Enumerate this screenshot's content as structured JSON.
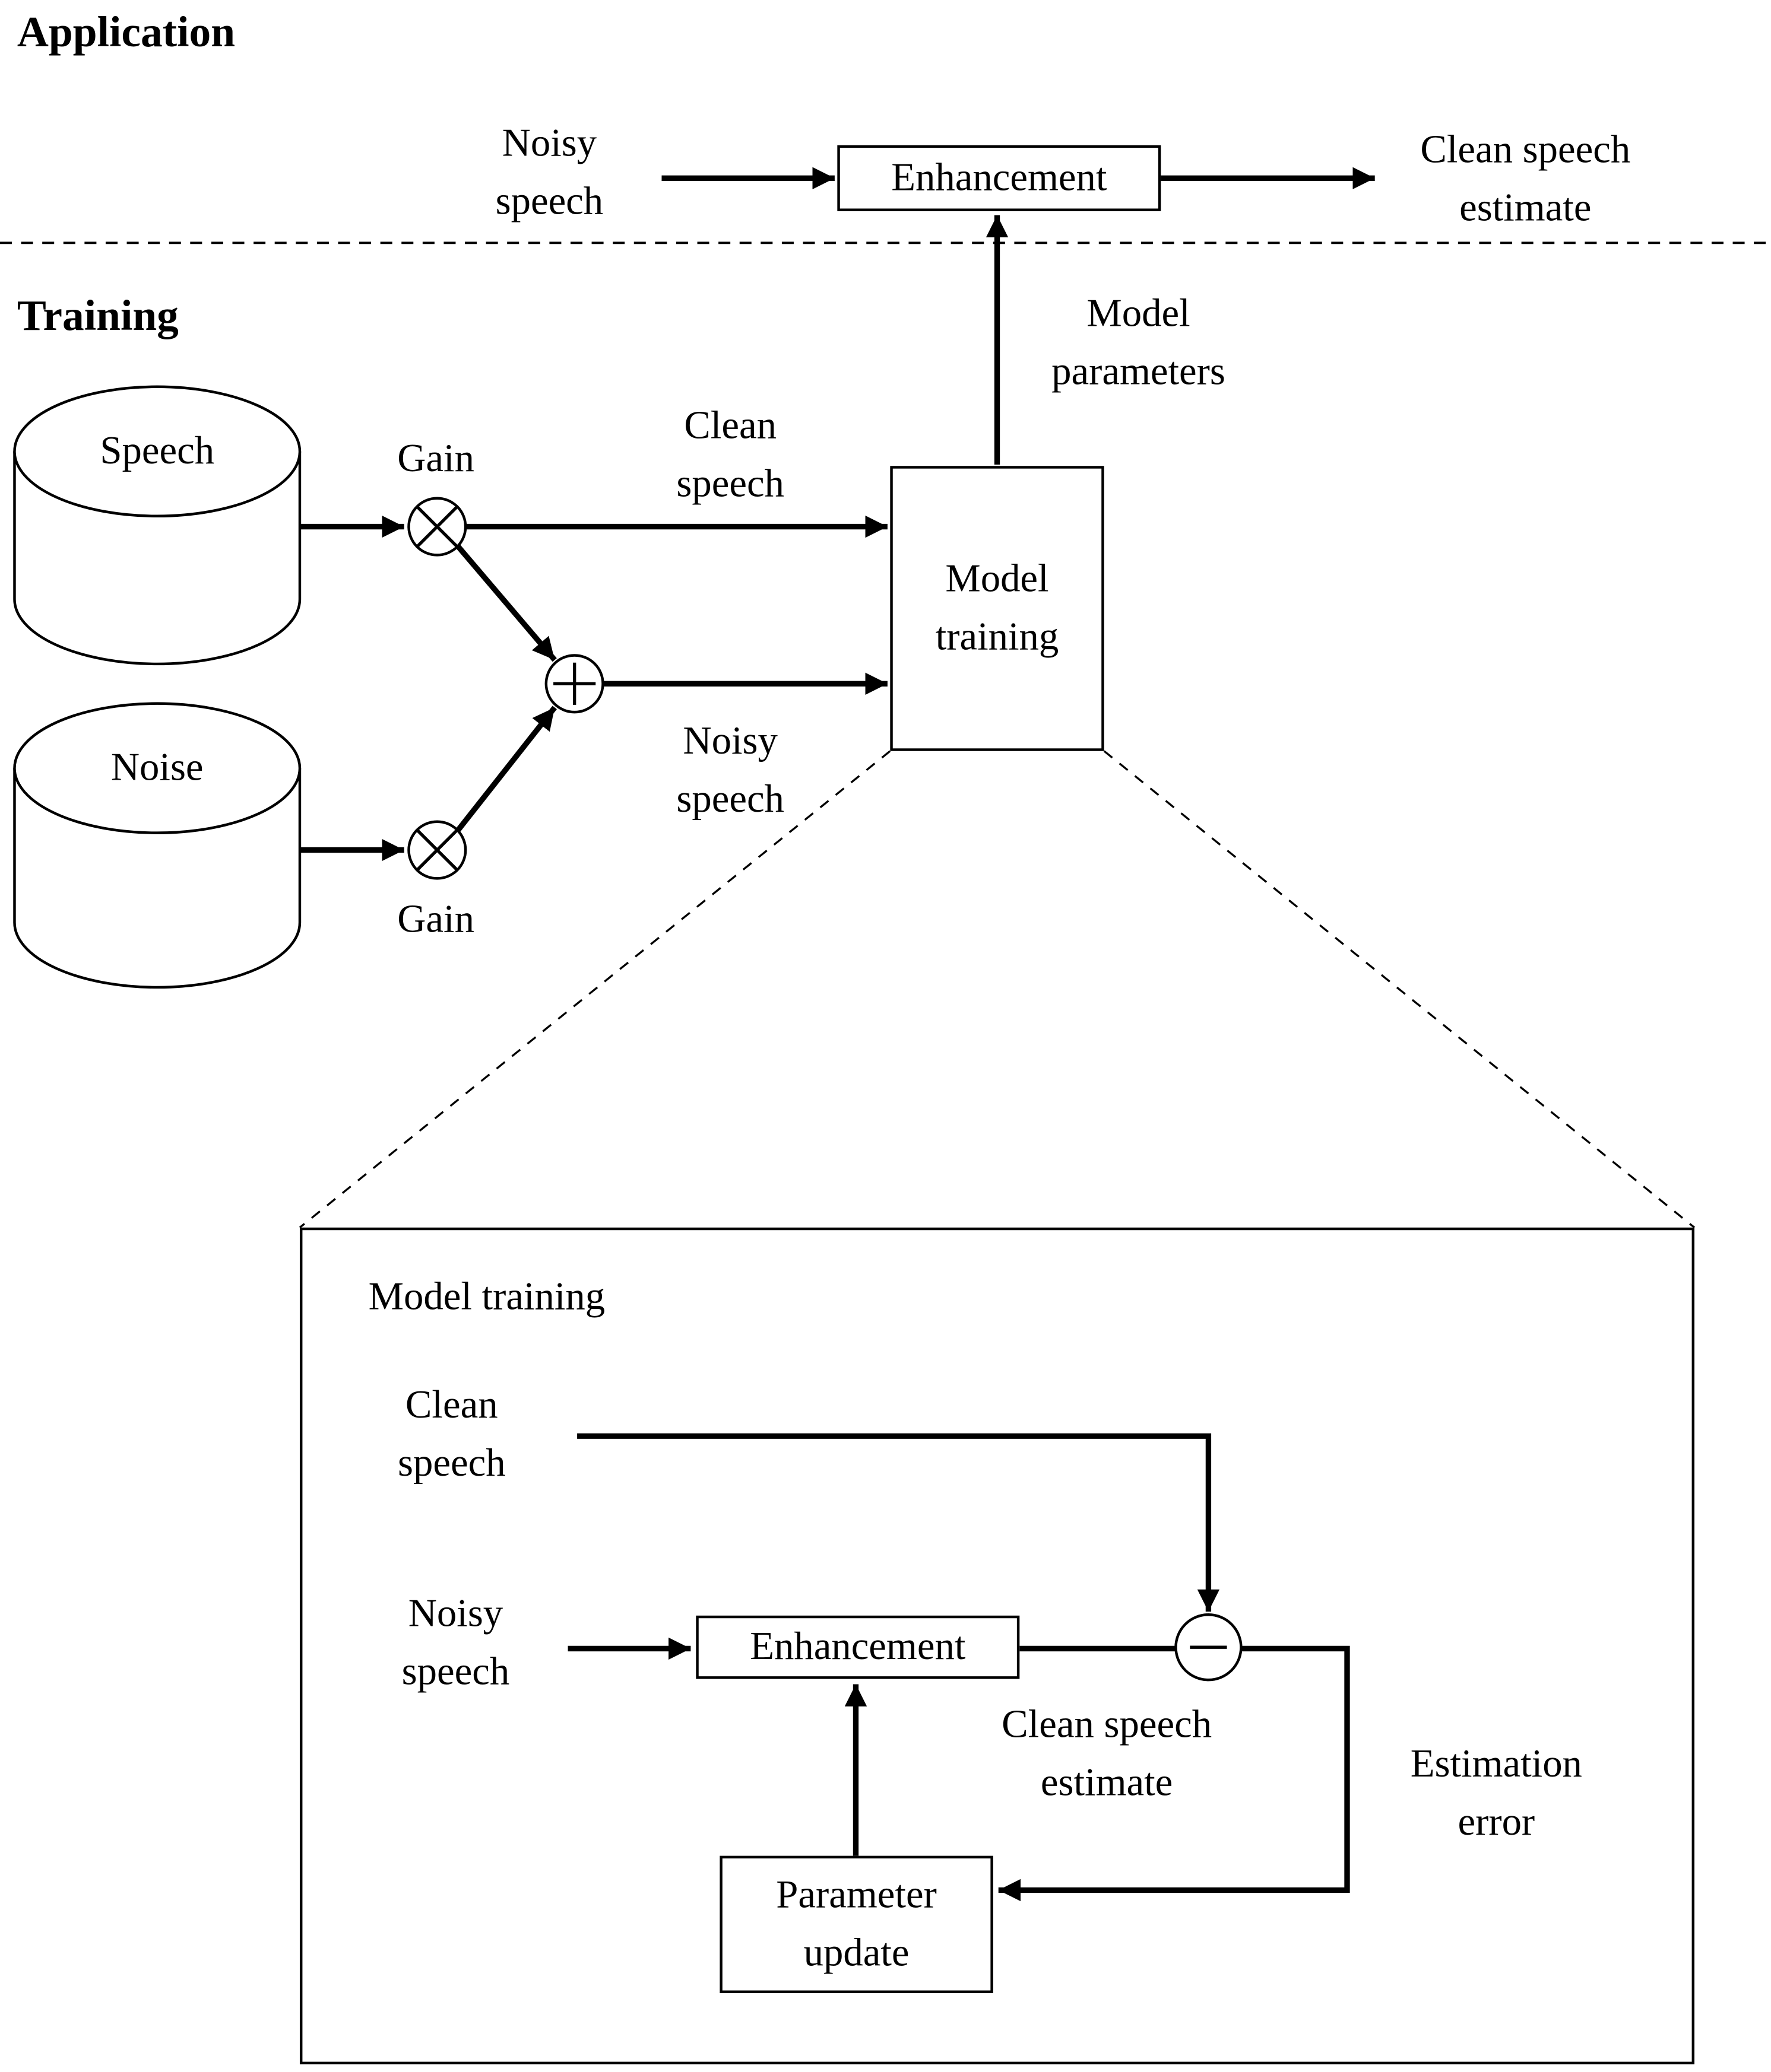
{
  "colors": {
    "ink": "#000000",
    "background": "#ffffff"
  },
  "application": {
    "heading": "Application",
    "noisy_speech": {
      "line1": "Noisy",
      "line2": "speech"
    },
    "enhancement_label": "Enhancement",
    "clean_speech_estimate": {
      "line1": "Clean speech",
      "line2": "estimate"
    }
  },
  "training": {
    "heading": "Training",
    "speech_db_label": "Speech",
    "noise_db_label": "Noise",
    "gain_top_label": "Gain",
    "gain_bottom_label": "Gain",
    "clean_speech": {
      "line1": "Clean",
      "line2": "speech"
    },
    "noisy_speech": {
      "line1": "Noisy",
      "line2": "speech"
    },
    "model_training_box": {
      "line1": "Model",
      "line2": "training"
    },
    "model_parameters": {
      "line1": "Model",
      "line2": "parameters"
    }
  },
  "detail": {
    "title": "Model training",
    "clean_speech": {
      "line1": "Clean",
      "line2": "speech"
    },
    "noisy_speech": {
      "line1": "Noisy",
      "line2": "speech"
    },
    "enhancement_label": "Enhancement",
    "clean_speech_estimate": {
      "line1": "Clean speech",
      "line2": "estimate"
    },
    "estimation_error": {
      "line1": "Estimation",
      "line2": "error"
    },
    "parameter_update": {
      "line1": "Parameter",
      "line2": "update"
    }
  }
}
